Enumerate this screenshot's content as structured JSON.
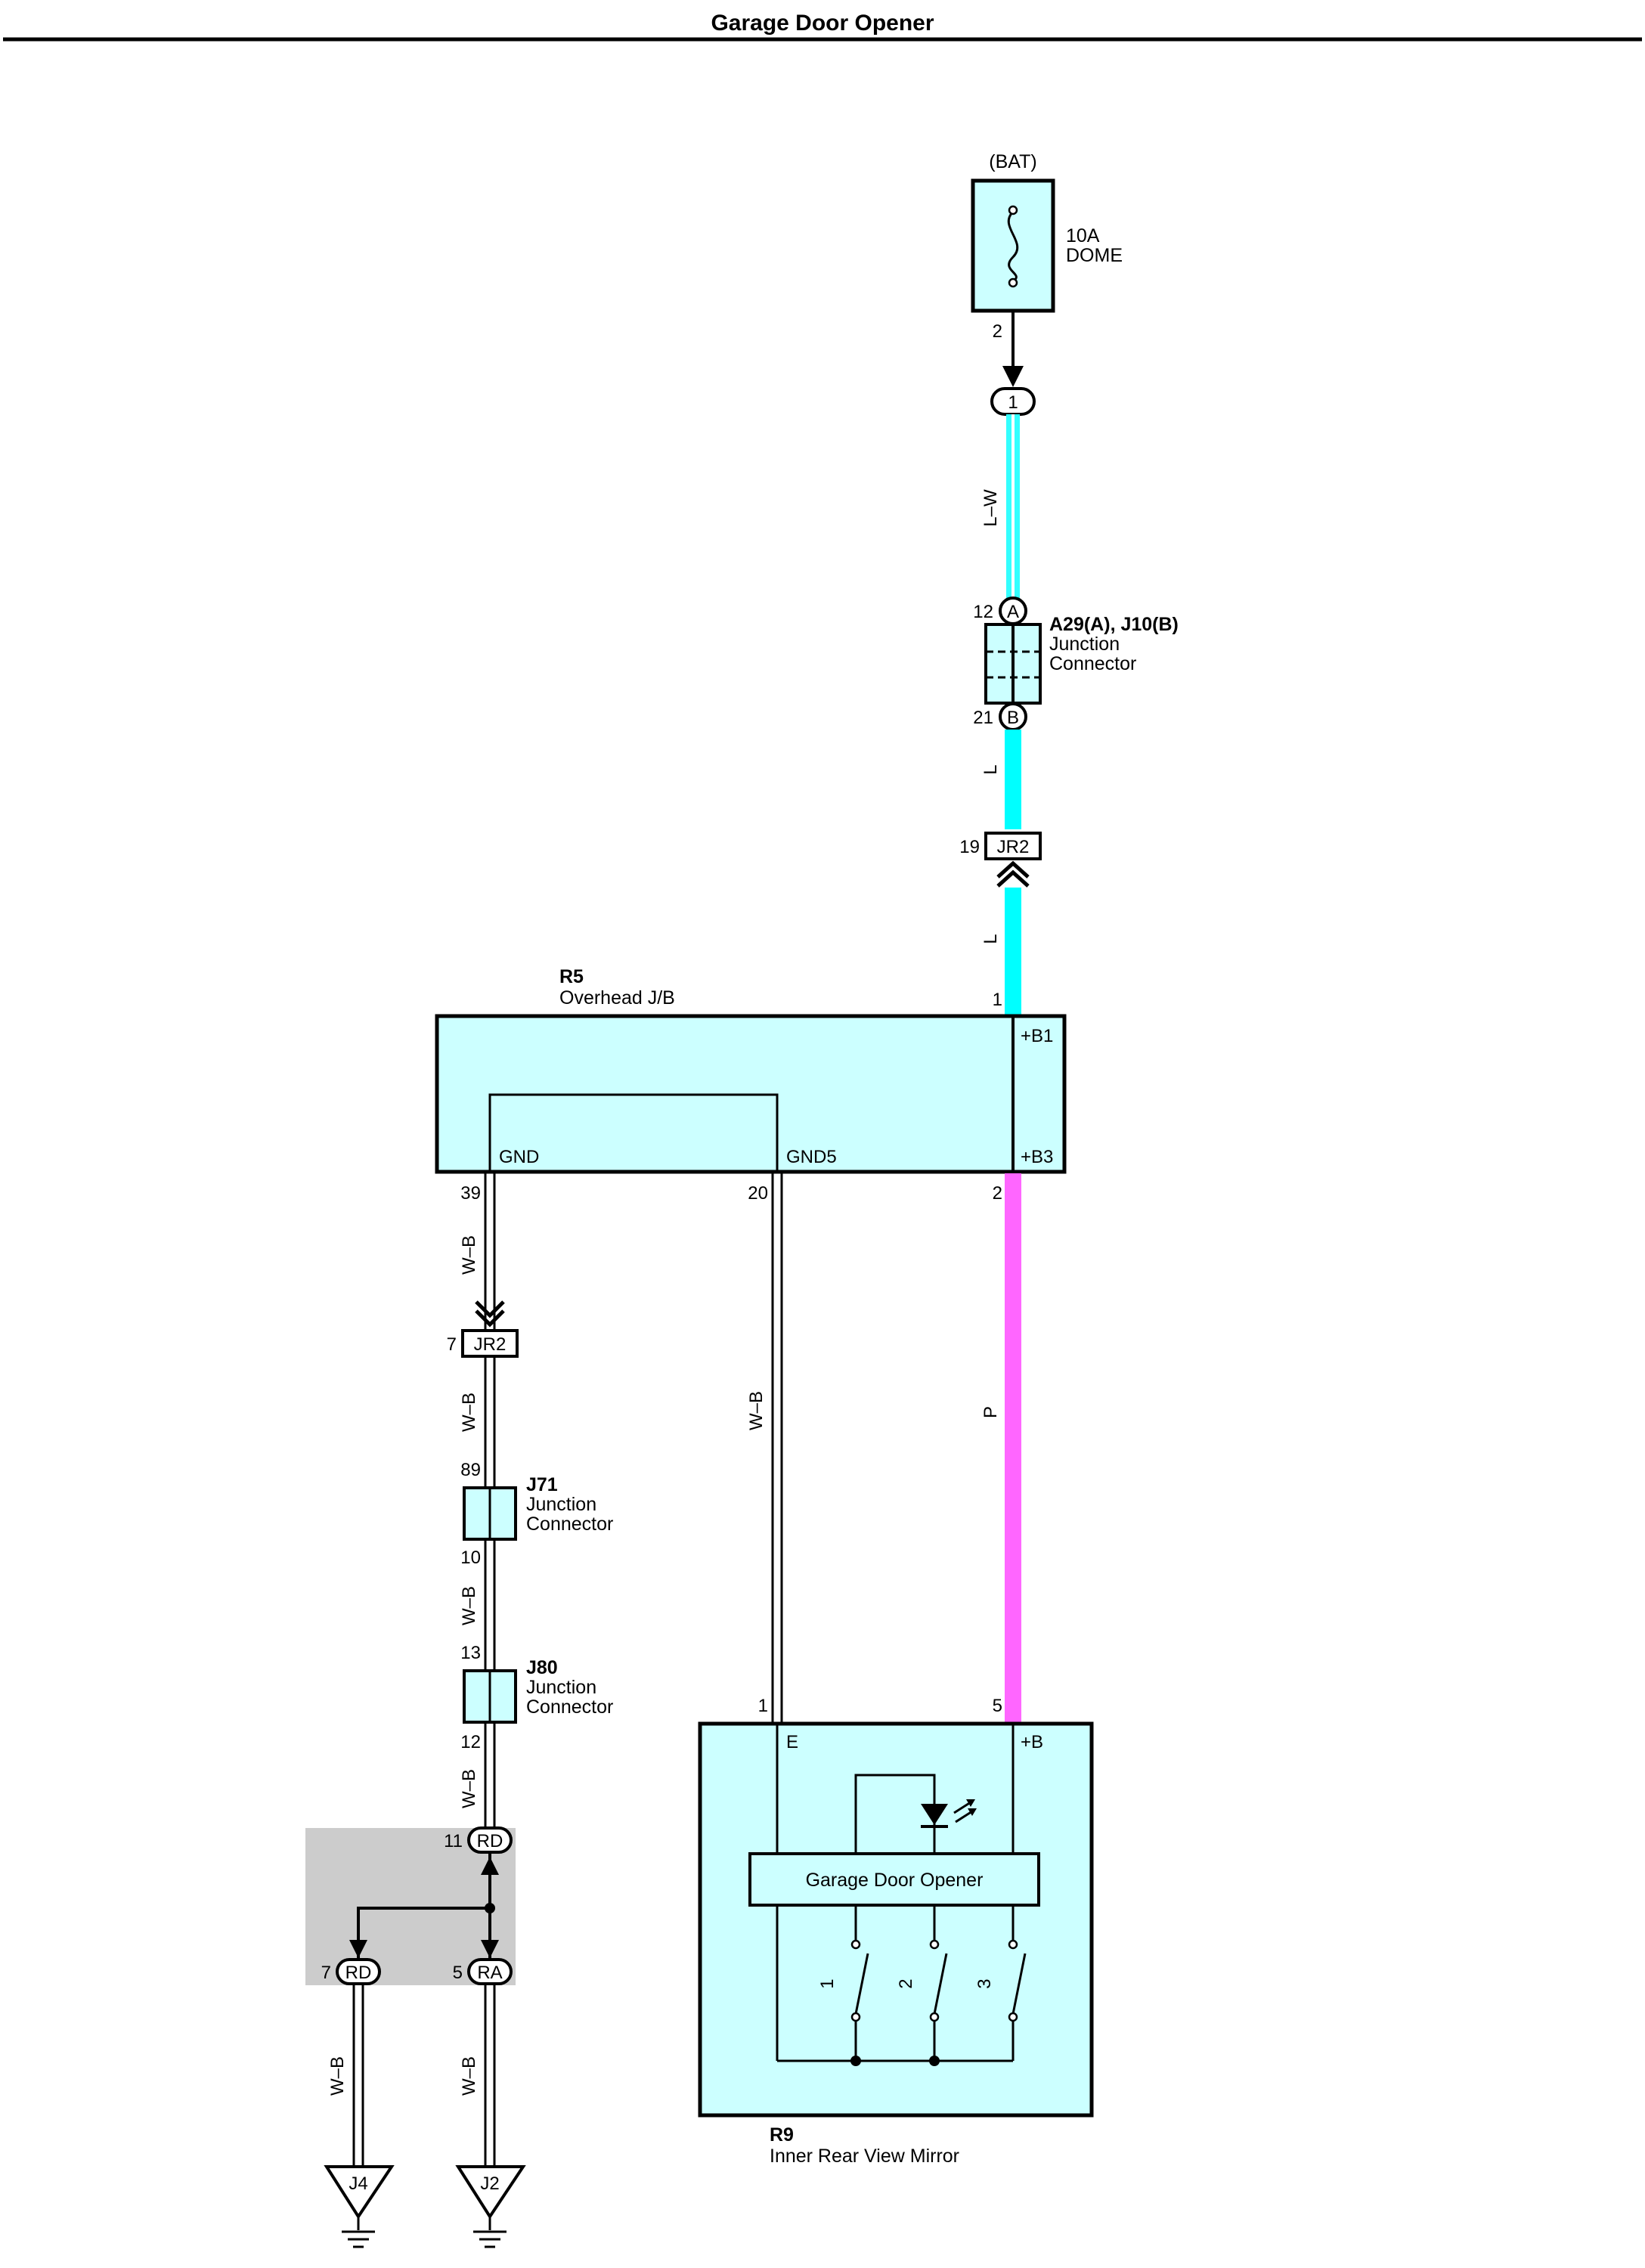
{
  "title": "Garage Door Opener",
  "colors": {
    "component_fill": "#ccffff",
    "wire_lw": "#33ffff",
    "wire_l": "#00ffff",
    "wire_p": "#ff66ff",
    "wire_wb": "#ffffff",
    "splice_region": "#cccccc"
  },
  "fuse": {
    "source": "(BAT)",
    "rating": "10A",
    "name": "DOME",
    "pin": "2",
    "connector_pin": "1"
  },
  "wires": {
    "lw": "L–W",
    "l_upper": "L",
    "l_lower": "L",
    "p": "P",
    "wb_gnd": "W–B",
    "wb_gnd5": "W–B",
    "wb_2": "W–B",
    "wb_3": "W–B",
    "wb_4": "W–B",
    "wb_j4": "W–B",
    "wb_j2": "W–B"
  },
  "junction_a29": {
    "id": "A29(A), J10(B)",
    "line1": "Junction",
    "line2": "Connector",
    "pin_a": "12",
    "label_a": "A",
    "pin_b": "21",
    "label_b": "B"
  },
  "jr2_upper": {
    "pin": "19",
    "label": "JR2"
  },
  "jr2_lower": {
    "pin": "7",
    "label": "JR2"
  },
  "r5": {
    "id": "R5",
    "name": "Overhead J/B",
    "pin_b1": "1",
    "label_b1": "+B1",
    "label_b3": "+B3",
    "pin_b3": "2",
    "label_gnd": "GND",
    "pin_gnd": "39",
    "label_gnd5": "GND5",
    "pin_gnd5": "20"
  },
  "j71": {
    "id": "J71",
    "line1": "Junction",
    "line2": "Connector",
    "pin_in": "89",
    "pin_out": "10"
  },
  "j80": {
    "id": "J80",
    "line1": "Junction",
    "line2": "Connector",
    "pin_in": "13",
    "pin_out": "12"
  },
  "splice": {
    "rd_top_pin": "11",
    "rd_top_label": "RD",
    "rd_bot_pin": "7",
    "rd_bot_label": "RD",
    "ra_pin": "5",
    "ra_label": "RA"
  },
  "grounds": {
    "j4": "J4",
    "j2": "J2"
  },
  "r9": {
    "id": "R9",
    "name": "Inner Rear View Mirror",
    "pin_e": "1",
    "label_e": "E",
    "pin_b": "5",
    "label_b": "+B",
    "module": "Garage Door Opener",
    "switch1": "1",
    "switch2": "2",
    "switch3": "3"
  }
}
